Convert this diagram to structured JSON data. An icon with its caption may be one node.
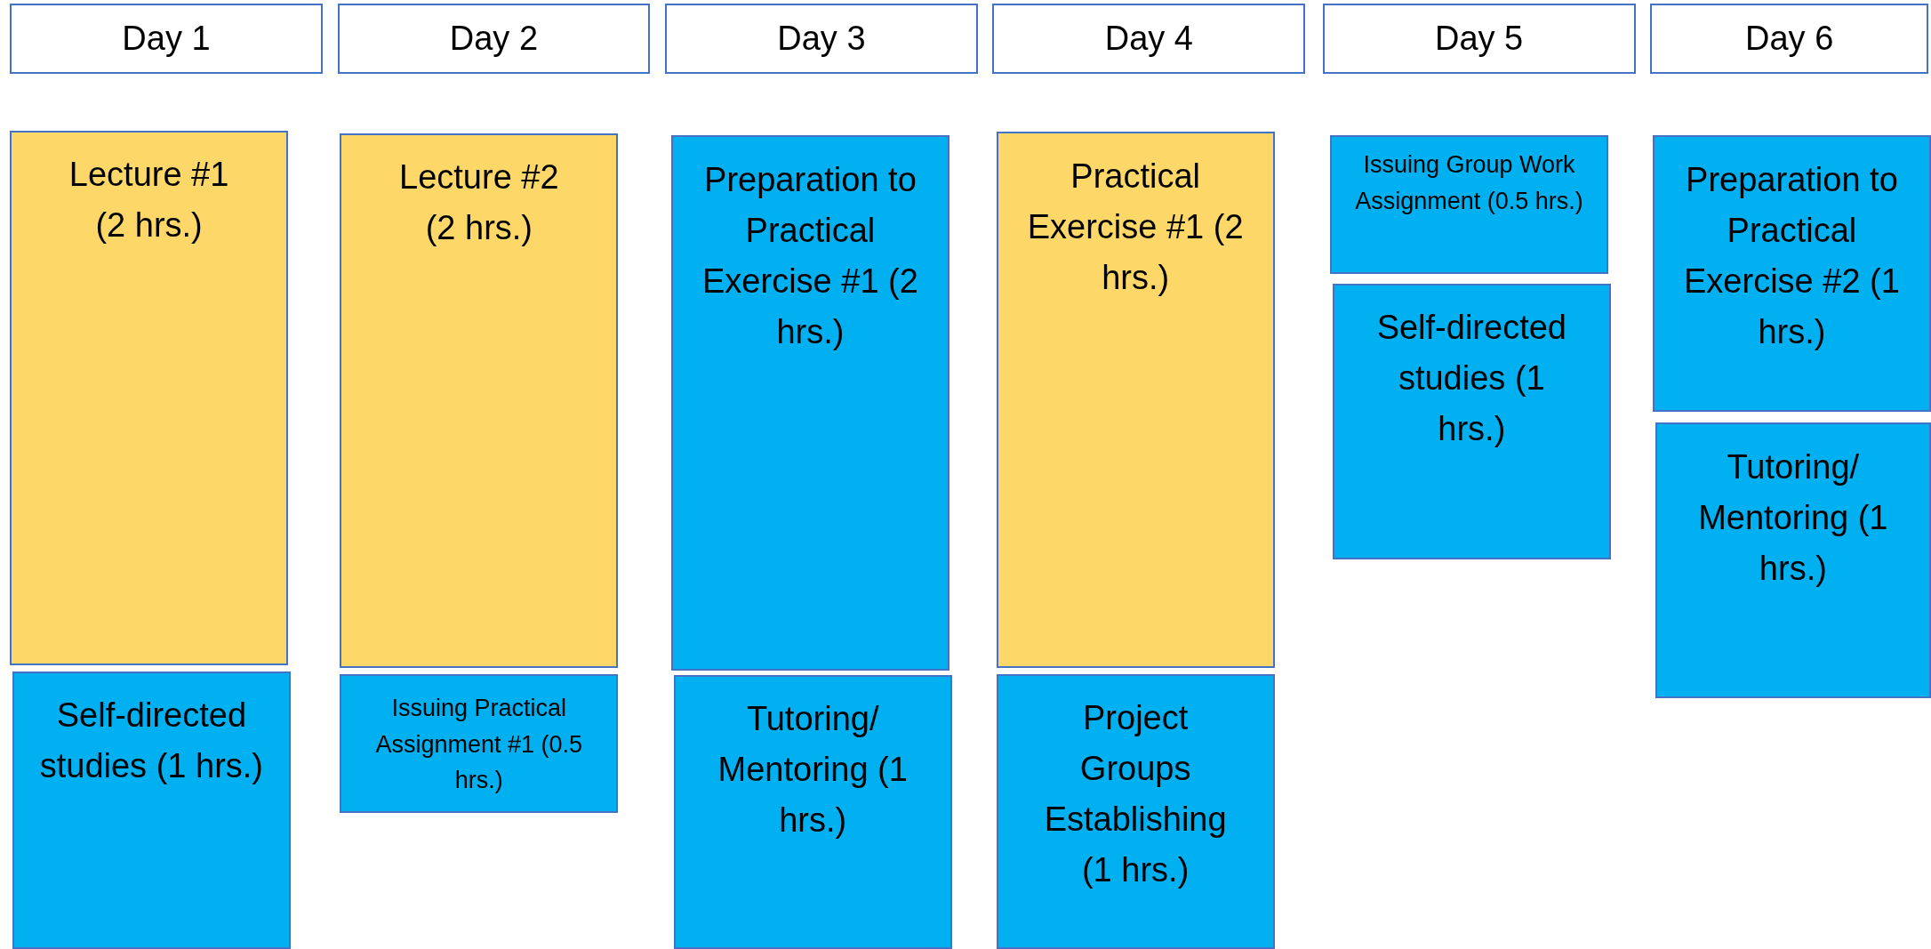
{
  "diagram": {
    "nodes": [
      {
        "text": [
          "Day 1"
        ]
      },
      {
        "text": [
          "Day 2"
        ]
      },
      {
        "text": [
          "Day 3"
        ]
      },
      {
        "text": [
          "Day 4"
        ]
      },
      {
        "text": [
          "Day 5"
        ]
      },
      {
        "text": [
          "Day 6"
        ]
      },
      {
        "text": [
          "Lecture #1 (2 hrs.)"
        ]
      },
      {
        "text": [
          "Self-directed studies (1 hrs.)"
        ]
      },
      {
        "text": [
          "Lecture #2 (2 hrs.)"
        ]
      },
      {
        "text": [
          "Issuing Practical Assignment #1 (0.5 hrs.)"
        ]
      },
      {
        "text": [
          "Preparation to Practical Exercise #1 (2 hrs.)"
        ]
      },
      {
        "text": [
          "Tutoring/ Mentoring (1 hrs.)"
        ]
      },
      {
        "text": [
          "Practical Exercise #1 (2 hrs.)"
        ]
      },
      {
        "text": [
          "Project Groups Establishing (1 hrs.)"
        ]
      },
      {
        "text": [
          "Issuing Group Work Assignment (0.5 hrs.)"
        ]
      },
      {
        "text": [
          "Self-directed studies (1 hrs.)"
        ]
      },
      {
        "text": [
          "Preparation to Practical Exercise #2 (1 hrs.)"
        ]
      },
      {
        "text": [
          "Tutoring/ Mentoring (1 hrs.)"
        ]
      }
    ]
  }
}
